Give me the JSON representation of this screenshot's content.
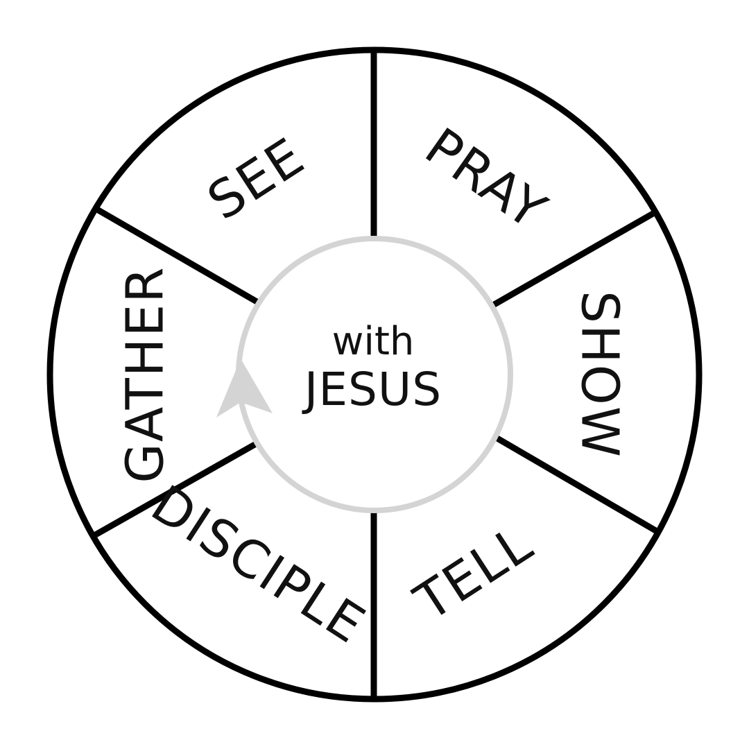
{
  "center": {
    "line1": "with",
    "line2": "JESUS"
  },
  "segments": {
    "see": "SEE",
    "pray": "PRAY",
    "show": "SHOW",
    "tell": "TELL",
    "disciple": "DISCIPLE",
    "gather": "GATHER"
  },
  "colors": {
    "outline": "#000000",
    "inner_ring": "#d4d4d4",
    "text": "#111111"
  }
}
